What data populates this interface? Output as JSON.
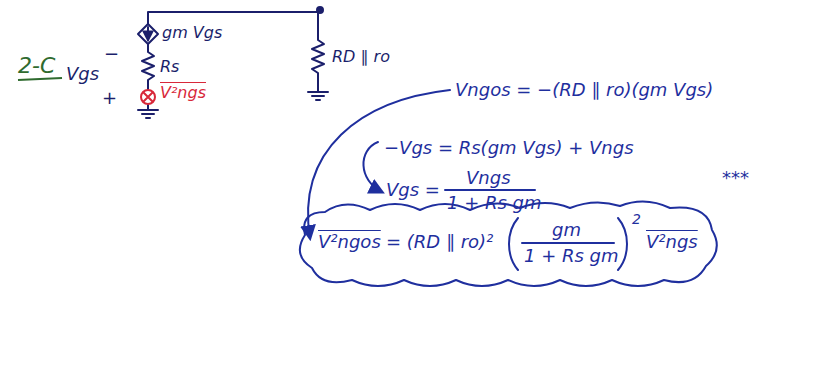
{
  "diagram": {
    "title": "2-C",
    "labels": [
      "gm Vgs",
      "−",
      "Vgs",
      "Rs",
      "+",
      "V²ngs",
      "RD ∥ ro",
      "Vngos = −(RD ∥ ro)(gm Vgs)",
      "−Vgs = Rs(gm Vgs) + Vngs",
      "Vgs =",
      "Vngs",
      "1 + Rs gm",
      "***",
      "V²ngos",
      "= (RD ∥ ro)²",
      "gm",
      "1 + Rs gm",
      "2",
      "V²ngs"
    ]
  }
}
